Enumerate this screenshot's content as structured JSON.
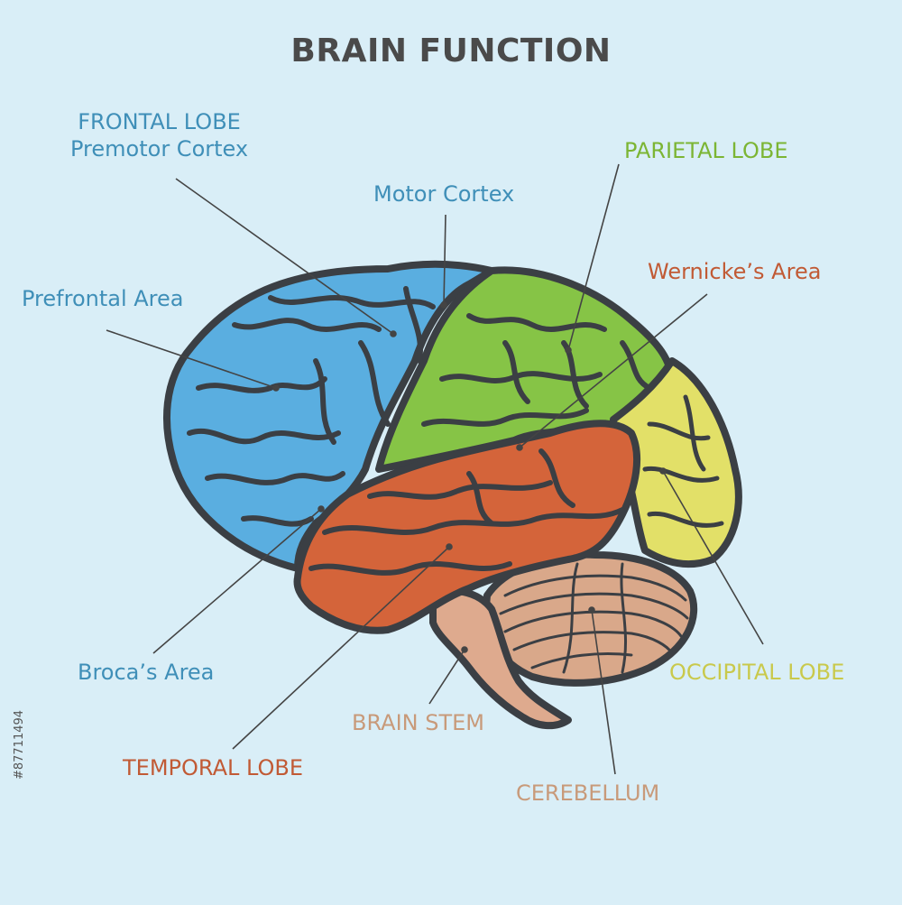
{
  "title": "BRAIN FUNCTION",
  "labels": {
    "frontal_lobe": "FRONTAL LOBE",
    "premotor_cortex": "Premotor Cortex",
    "motor_cortex": "Motor Cortex",
    "parietal_lobe": "PARIETAL LOBE",
    "wernickes_area": "Wernicke’s Area",
    "prefrontal_area": "Prefrontal Area",
    "brocas_area": "Broca’s Area",
    "occipital_lobe": "OCCIPITAL LOBE",
    "brain_stem": "BRAIN STEM",
    "temporal_lobe": "TEMPORAL LOBE",
    "cerebellum": "CEREBELLUM"
  },
  "stock_id": "#87711494",
  "colors": {
    "background": "#d9eef7",
    "frontal": "#5aaee0",
    "parietal": "#86c446",
    "temporal": "#d4643a",
    "occipital": "#e2e068",
    "cerebellum": "#d9a88a",
    "brain_stem": "#deaa8e",
    "outline": "#3b3f44"
  }
}
